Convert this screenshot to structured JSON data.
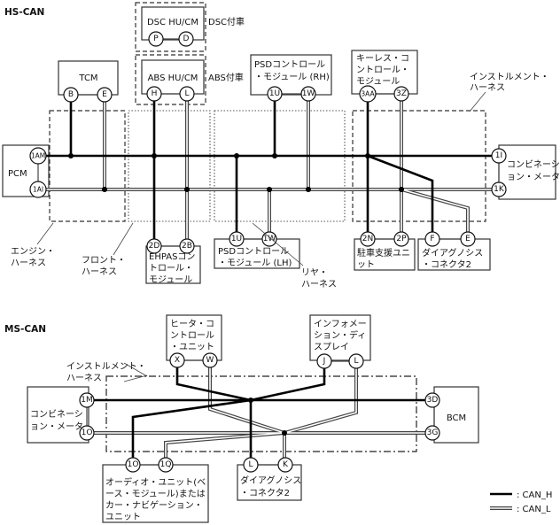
{
  "hs_can": {
    "title": "HS-CAN",
    "dsc": {
      "name": "DSC HU/CM",
      "note": "DSC付車",
      "pins": [
        "P",
        "D"
      ]
    },
    "abs": {
      "name": "ABS HU/CM",
      "note": "ABS付車",
      "pins": [
        "H",
        "L"
      ]
    },
    "tcm": {
      "name": "TCM",
      "pins": [
        "B",
        "E"
      ]
    },
    "pcm": {
      "name": "PCM",
      "pins": [
        "1AM",
        "1AI"
      ]
    },
    "psd_rh": {
      "lines": [
        "PSDコントロール",
        "・モジュール (RH)"
      ],
      "pins": [
        "1U",
        "1W"
      ]
    },
    "keyless": {
      "lines": [
        "キーレス・コ",
        "ントロール・",
        "モジュール"
      ],
      "pins": [
        "3AA",
        "3Z"
      ]
    },
    "combination_meter": {
      "lines": [
        "コンビネーシ",
        "ョン・メータ"
      ],
      "pins": [
        "1I",
        "1K"
      ]
    },
    "ehpas": {
      "lines": [
        "EHPASコン",
        "トロール・",
        "モジュール"
      ],
      "pins": [
        "2D",
        "2B"
      ]
    },
    "psd_lh": {
      "lines": [
        "PSDコントロール",
        "・モジュール (LH)"
      ],
      "pins": [
        "1U",
        "1W"
      ]
    },
    "parking": {
      "lines": [
        "駐車支援ユニ",
        "ット"
      ],
      "pins": [
        "2N",
        "2P"
      ]
    },
    "dlc2": {
      "lines": [
        "ダイアグノシス",
        "・コネクタ2"
      ],
      "pins": [
        "F",
        "E"
      ]
    },
    "harness": {
      "engine": [
        "エンジン・",
        "ハーネス"
      ],
      "front": [
        "フロント・",
        "ハーネス"
      ],
      "rear": [
        "リヤ・",
        "ハーネス"
      ],
      "instrument": [
        "インストルメント・",
        "ハーネス"
      ]
    }
  },
  "ms_can": {
    "title": "MS-CAN",
    "heater": {
      "lines": [
        "ヒータ・コ",
        "ントロール",
        "・ユニット"
      ],
      "pins": [
        "X",
        "W"
      ]
    },
    "info_display": {
      "lines": [
        "インフォメー",
        "ション・ディ",
        "スプレイ"
      ],
      "pins": [
        "J",
        "L"
      ]
    },
    "harness": [
      "インストルメント・",
      "ハーネス"
    ],
    "combination_meter": {
      "lines": [
        "コンビネーシ",
        "ョン・メータ"
      ],
      "pins": [
        "1M",
        "1O"
      ]
    },
    "bcm": {
      "name": "BCM",
      "pins": [
        "3D",
        "3G"
      ]
    },
    "audio": {
      "lines": [
        "オーディオ・ユニット(ベ",
        "ース・モジュール)または",
        "カー・ナビゲーション・",
        "ユニット"
      ],
      "pins": [
        "1O",
        "1Q"
      ]
    },
    "dlc2": {
      "lines": [
        "ダイアグノシス",
        "・コネクタ2"
      ],
      "pins": [
        "L",
        "K"
      ]
    }
  },
  "legend": {
    "can_h": ": CAN_H",
    "can_l": ": CAN_L"
  },
  "colors": {
    "can_h": "#000000",
    "can_l": "#444444"
  }
}
